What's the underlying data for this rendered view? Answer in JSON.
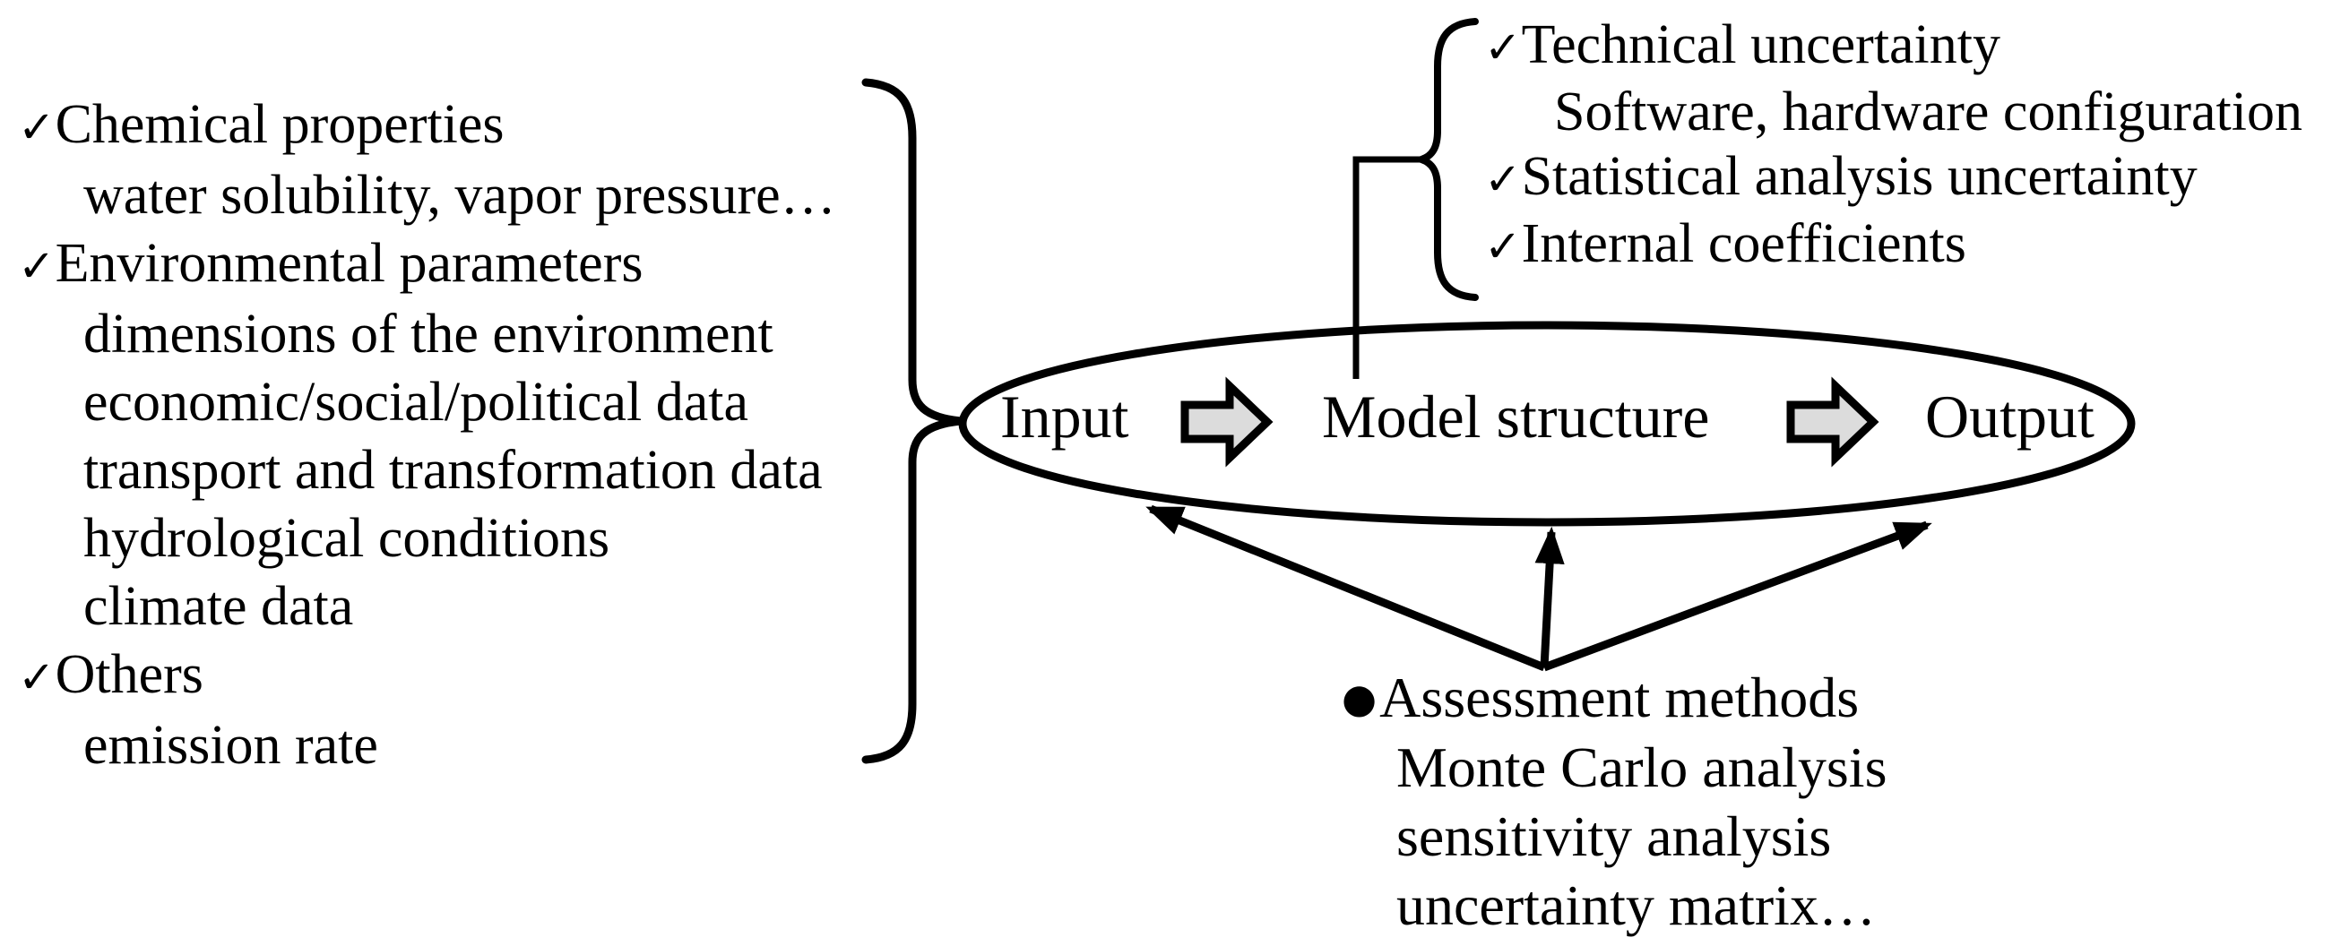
{
  "colors": {
    "ink": "#000000",
    "background": "#ffffff",
    "block_arrow_fill": "#dcdcdc"
  },
  "ellipse": {
    "input_label": "Input",
    "model_label": "Model structure",
    "output_label": "Output"
  },
  "input_factors": {
    "rows": [
      {
        "marker": "✓",
        "text": "Chemical properties",
        "indent": 0
      },
      {
        "marker": "",
        "text": "water solubility, vapor pressure…",
        "indent": 1
      },
      {
        "marker": "✓",
        "text": "Environmental parameters",
        "indent": 0
      },
      {
        "marker": "",
        "text": "dimensions of the environment",
        "indent": 1
      },
      {
        "marker": "",
        "text": "economic/social/political data",
        "indent": 1
      },
      {
        "marker": "",
        "text": "transport and transformation data",
        "indent": 1
      },
      {
        "marker": "",
        "text": "hydrological conditions",
        "indent": 1
      },
      {
        "marker": "",
        "text": "climate data",
        "indent": 1
      },
      {
        "marker": "✓",
        "text": "Others",
        "indent": 0
      },
      {
        "marker": "",
        "text": "emission rate",
        "indent": 1
      }
    ]
  },
  "model_uncertainties": {
    "rows": [
      {
        "marker": "✓",
        "text": "Technical uncertainty",
        "indent": 0
      },
      {
        "marker": "",
        "text": "Software, hardware configuration",
        "indent": 1
      },
      {
        "marker": "✓",
        "text": "Statistical analysis uncertainty",
        "indent": 0
      },
      {
        "marker": "✓",
        "text": "Internal coefficients",
        "indent": 0
      }
    ]
  },
  "assessment": {
    "rows": [
      {
        "marker": "●",
        "text": "Assessment methods",
        "indent": 0
      },
      {
        "marker": "",
        "text": "Monte Carlo analysis",
        "indent": 1
      },
      {
        "marker": "",
        "text": "sensitivity analysis",
        "indent": 1
      },
      {
        "marker": "",
        "text": "uncertainty matrix…",
        "indent": 1
      }
    ]
  }
}
